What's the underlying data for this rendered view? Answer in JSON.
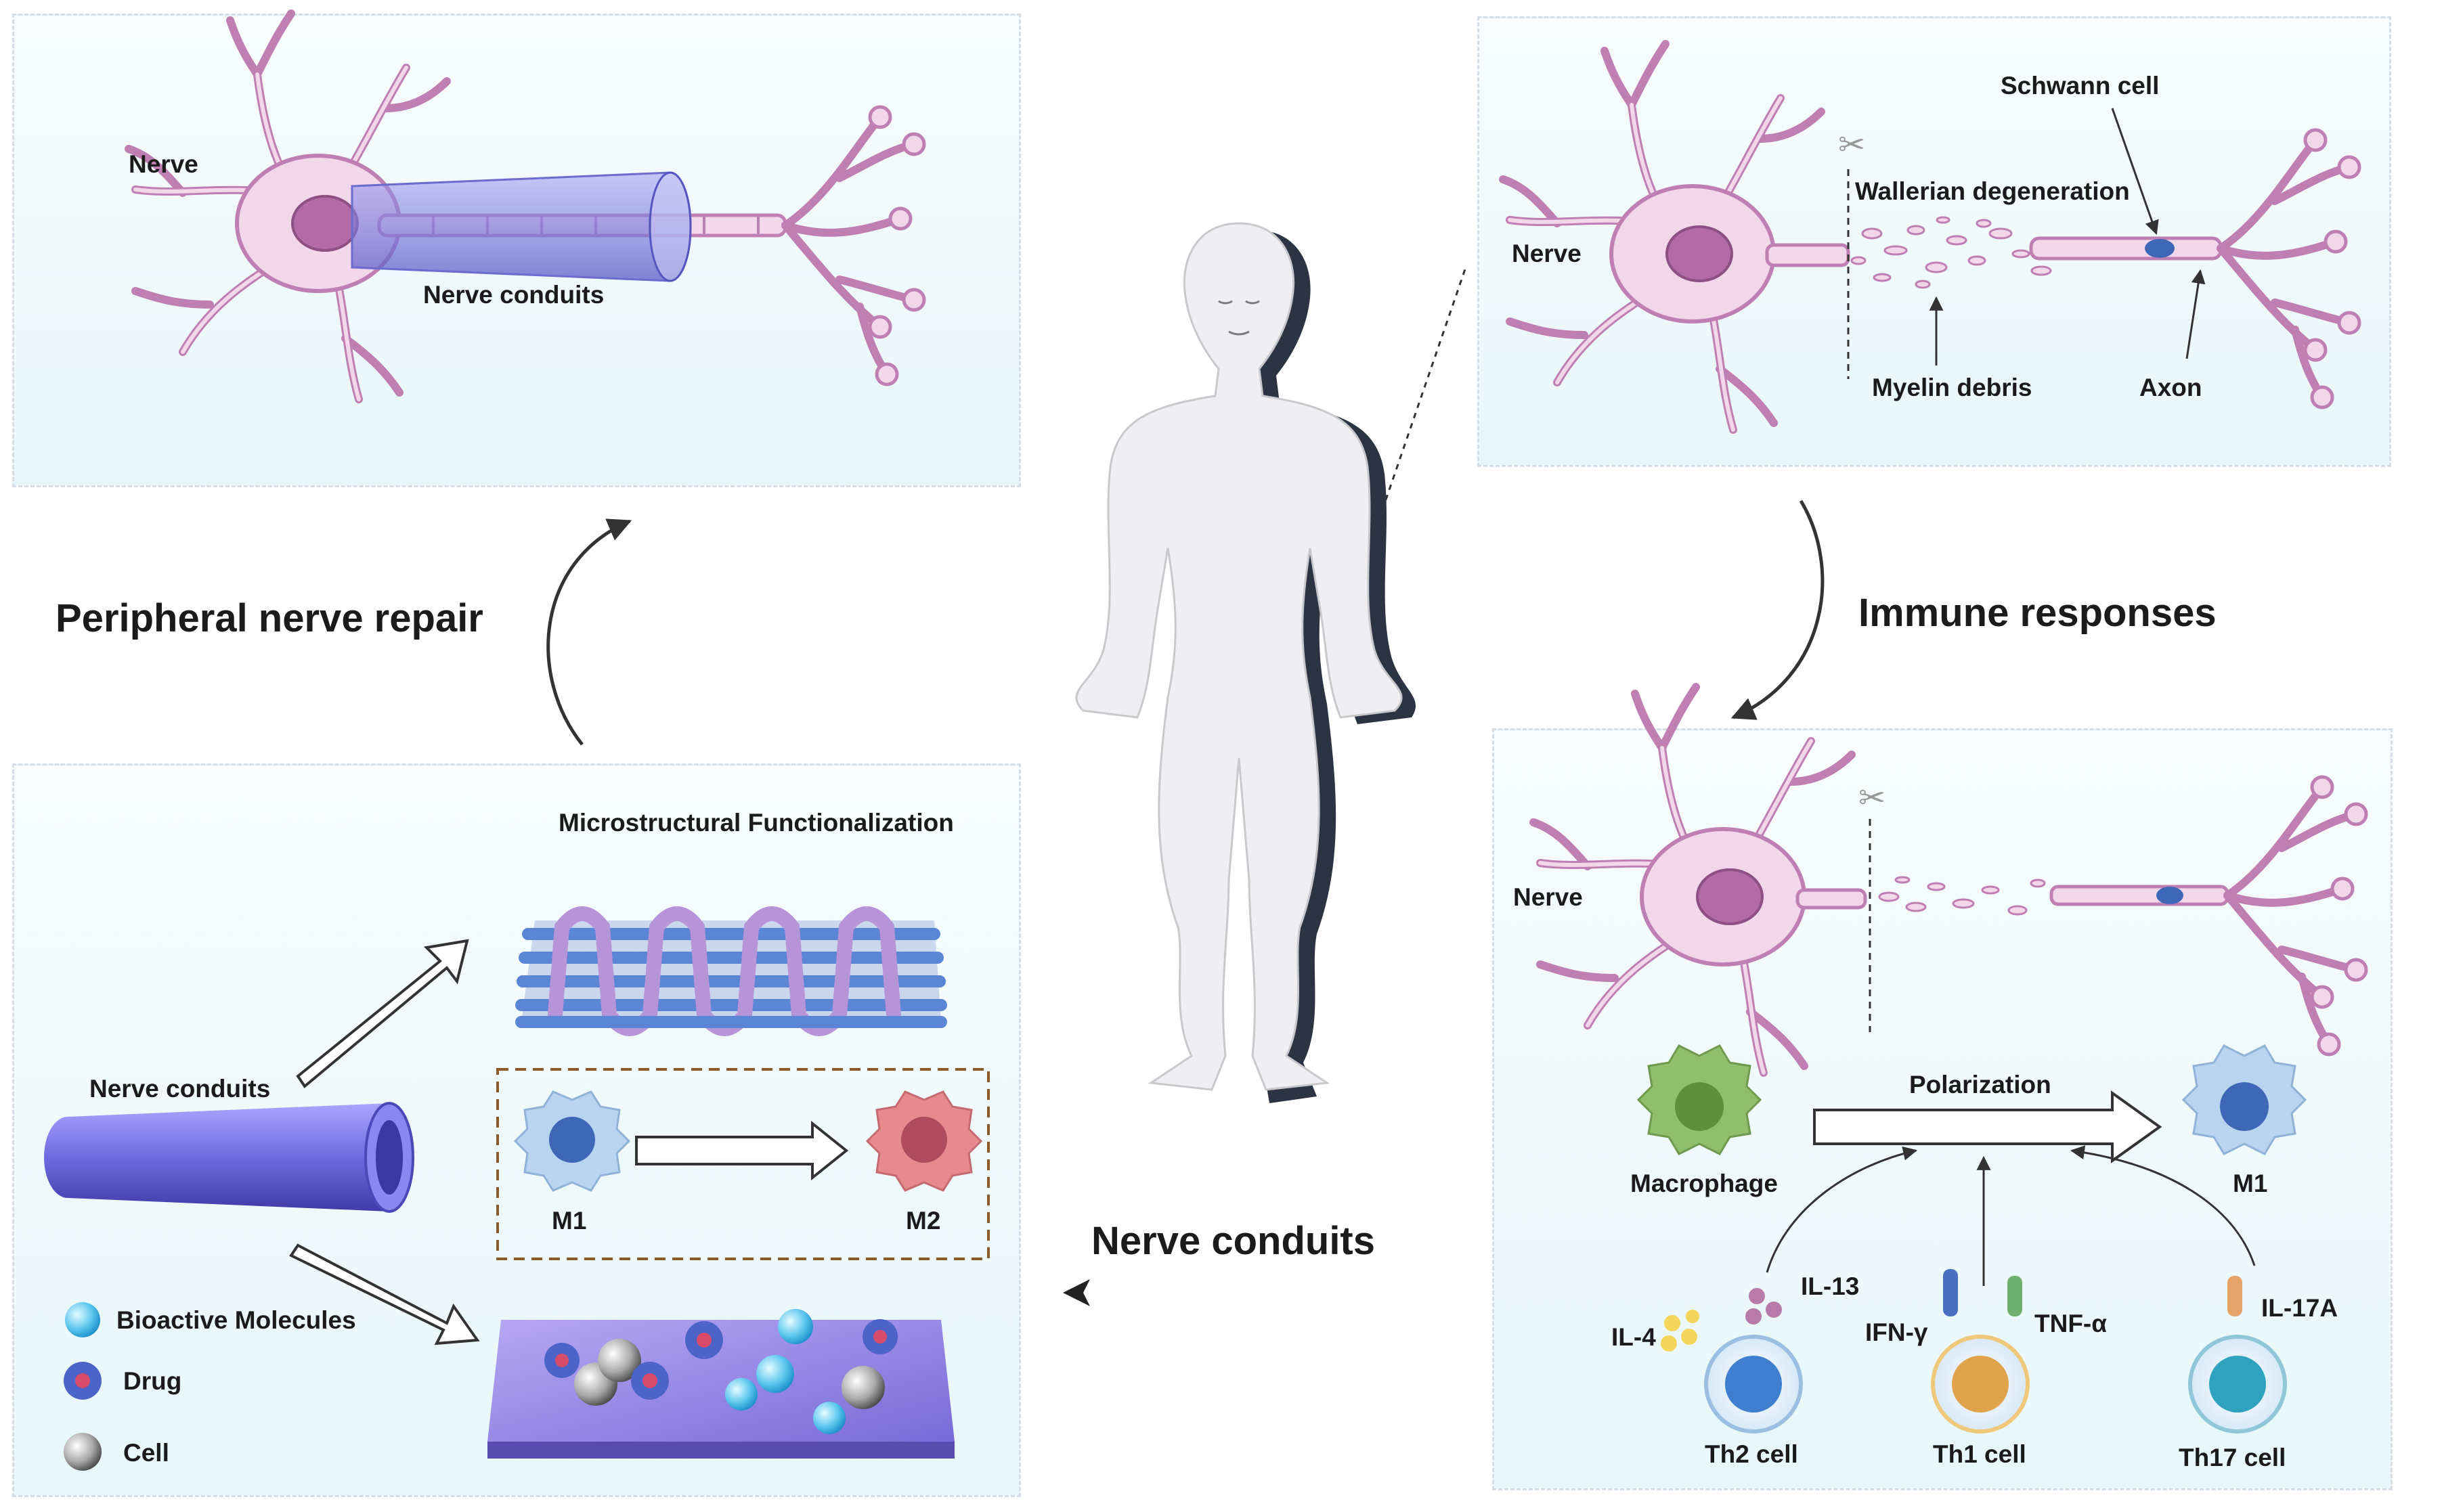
{
  "panels": {
    "repair_top": {
      "nerve_label": "Nerve",
      "conduit_label": "Nerve conduits"
    },
    "injury": {
      "nerve_label": "Nerve",
      "schwann_label": "Schwann cell",
      "wallerian_label": "Wallerian degeneration",
      "myelin_label": "Myelin debris",
      "axon_label": "Axon"
    },
    "immune": {
      "nerve_label": "Nerve",
      "macrophage_label": "Macrophage",
      "polarization_label": "Polarization",
      "m1_label": "M1",
      "il4": "IL-4",
      "il13": "IL-13",
      "ifn": "IFN-γ",
      "tnf": "TNF-α",
      "il17a": "IL-17A",
      "th2": "Th2 cell",
      "th1": "Th1 cell",
      "th17": "Th17 cell"
    },
    "conduits": {
      "micro_title": "Microstructural Functionalization",
      "conduit_label": "Nerve conduits",
      "m1": "M1",
      "m2": "M2",
      "legend_bioactive": "Bioactive Molecules",
      "legend_drug": "Drug",
      "legend_cell": "Cell"
    }
  },
  "headings": {
    "repair": "Peripheral nerve repair",
    "immune": "Immune responses",
    "conduits": "Nerve conduits"
  },
  "colors": {
    "neuron": "#f2d6ea",
    "neuron_stroke": "#c07fb2",
    "nucleus": "#b46aa6",
    "conduit": "#6f6ee0",
    "panel_bg": "#eaf8fa",
    "macrophage": "#8fbf6a",
    "m1": "#9fc4ea",
    "m2": "#e68a90"
  }
}
